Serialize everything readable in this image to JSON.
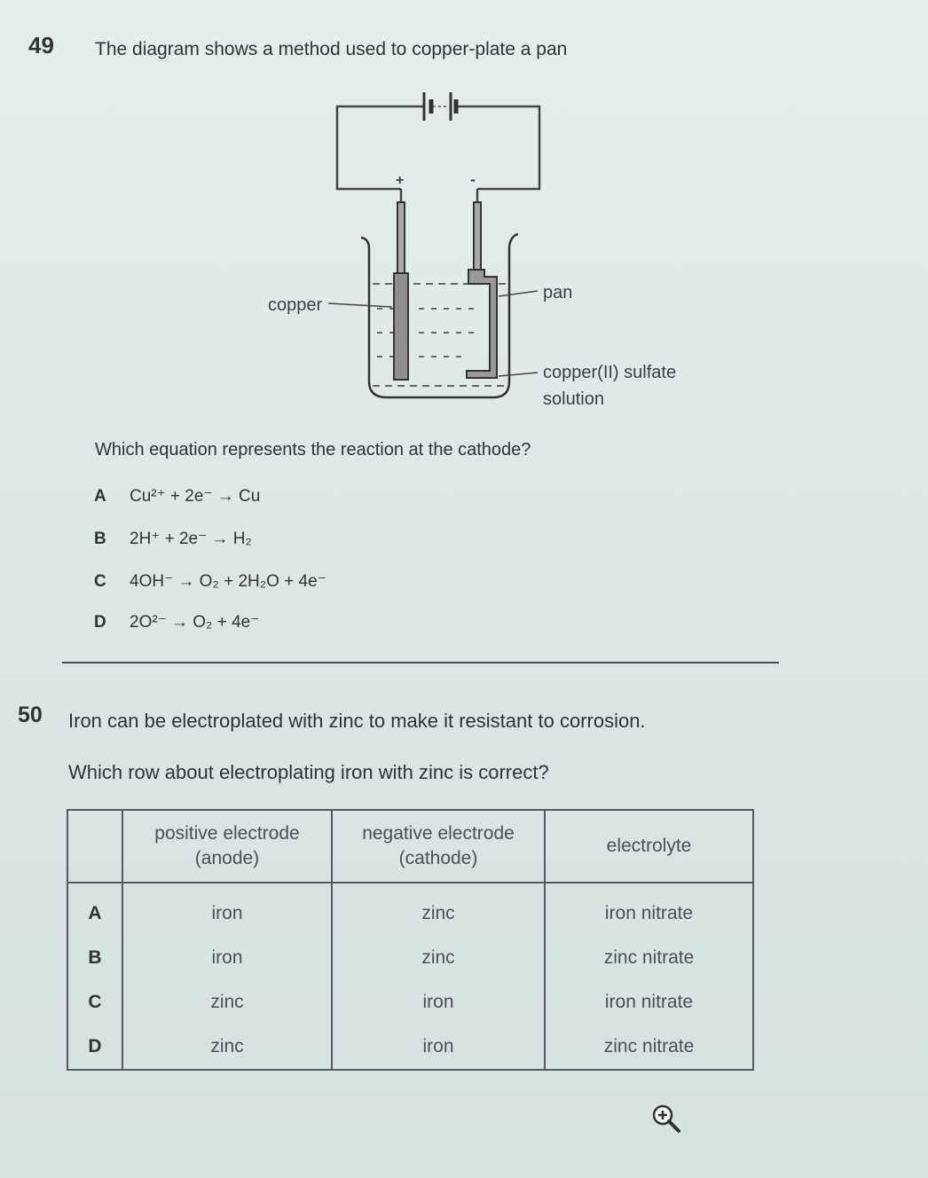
{
  "q49": {
    "number": "49",
    "prompt": "The diagram shows a method used to copper-plate a pan",
    "diagram": {
      "plus_sign": "+",
      "minus_sign": "-",
      "copper_label": "copper",
      "pan_label": "pan",
      "solution_label_line1": "copper(II) sulfate",
      "solution_label_line2": "solution"
    },
    "question": "Which equation represents the reaction at the cathode?",
    "options": [
      {
        "letter": "A",
        "text": "Cu²⁺ + 2e⁻ → Cu"
      },
      {
        "letter": "B",
        "text": "2H⁺ + 2e⁻ → H₂"
      },
      {
        "letter": "C",
        "text": "4OH⁻ → O₂ + 2H₂O + 4e⁻"
      },
      {
        "letter": "D",
        "text": "2O²⁻ → O₂ + 4e⁻"
      }
    ]
  },
  "q50": {
    "number": "50",
    "prompt": "Iron can be electroplated with zinc to make it resistant to corrosion.",
    "question": "Which row about electroplating iron with zinc is correct?",
    "table": {
      "headers": [
        "",
        "positive electrode\n(anode)",
        "negative electrode\n(cathode)",
        "electrolyte"
      ],
      "header_anode_line1": "positive electrode",
      "header_anode_line2": "(anode)",
      "header_cathode_line1": "negative electrode",
      "header_cathode_line2": "(cathode)",
      "header_electrolyte": "electrolyte",
      "rows": [
        {
          "letter": "A",
          "anode": "iron",
          "cathode": "zinc",
          "electrolyte": "iron nitrate"
        },
        {
          "letter": "B",
          "anode": "iron",
          "cathode": "zinc",
          "electrolyte": "zinc nitrate"
        },
        {
          "letter": "C",
          "anode": "zinc",
          "cathode": "iron",
          "electrolyte": "iron nitrate"
        },
        {
          "letter": "D",
          "anode": "zinc",
          "cathode": "iron",
          "electrolyte": "zinc nitrate"
        }
      ]
    }
  },
  "icons": {
    "zoom": "zoom-in-icon"
  }
}
